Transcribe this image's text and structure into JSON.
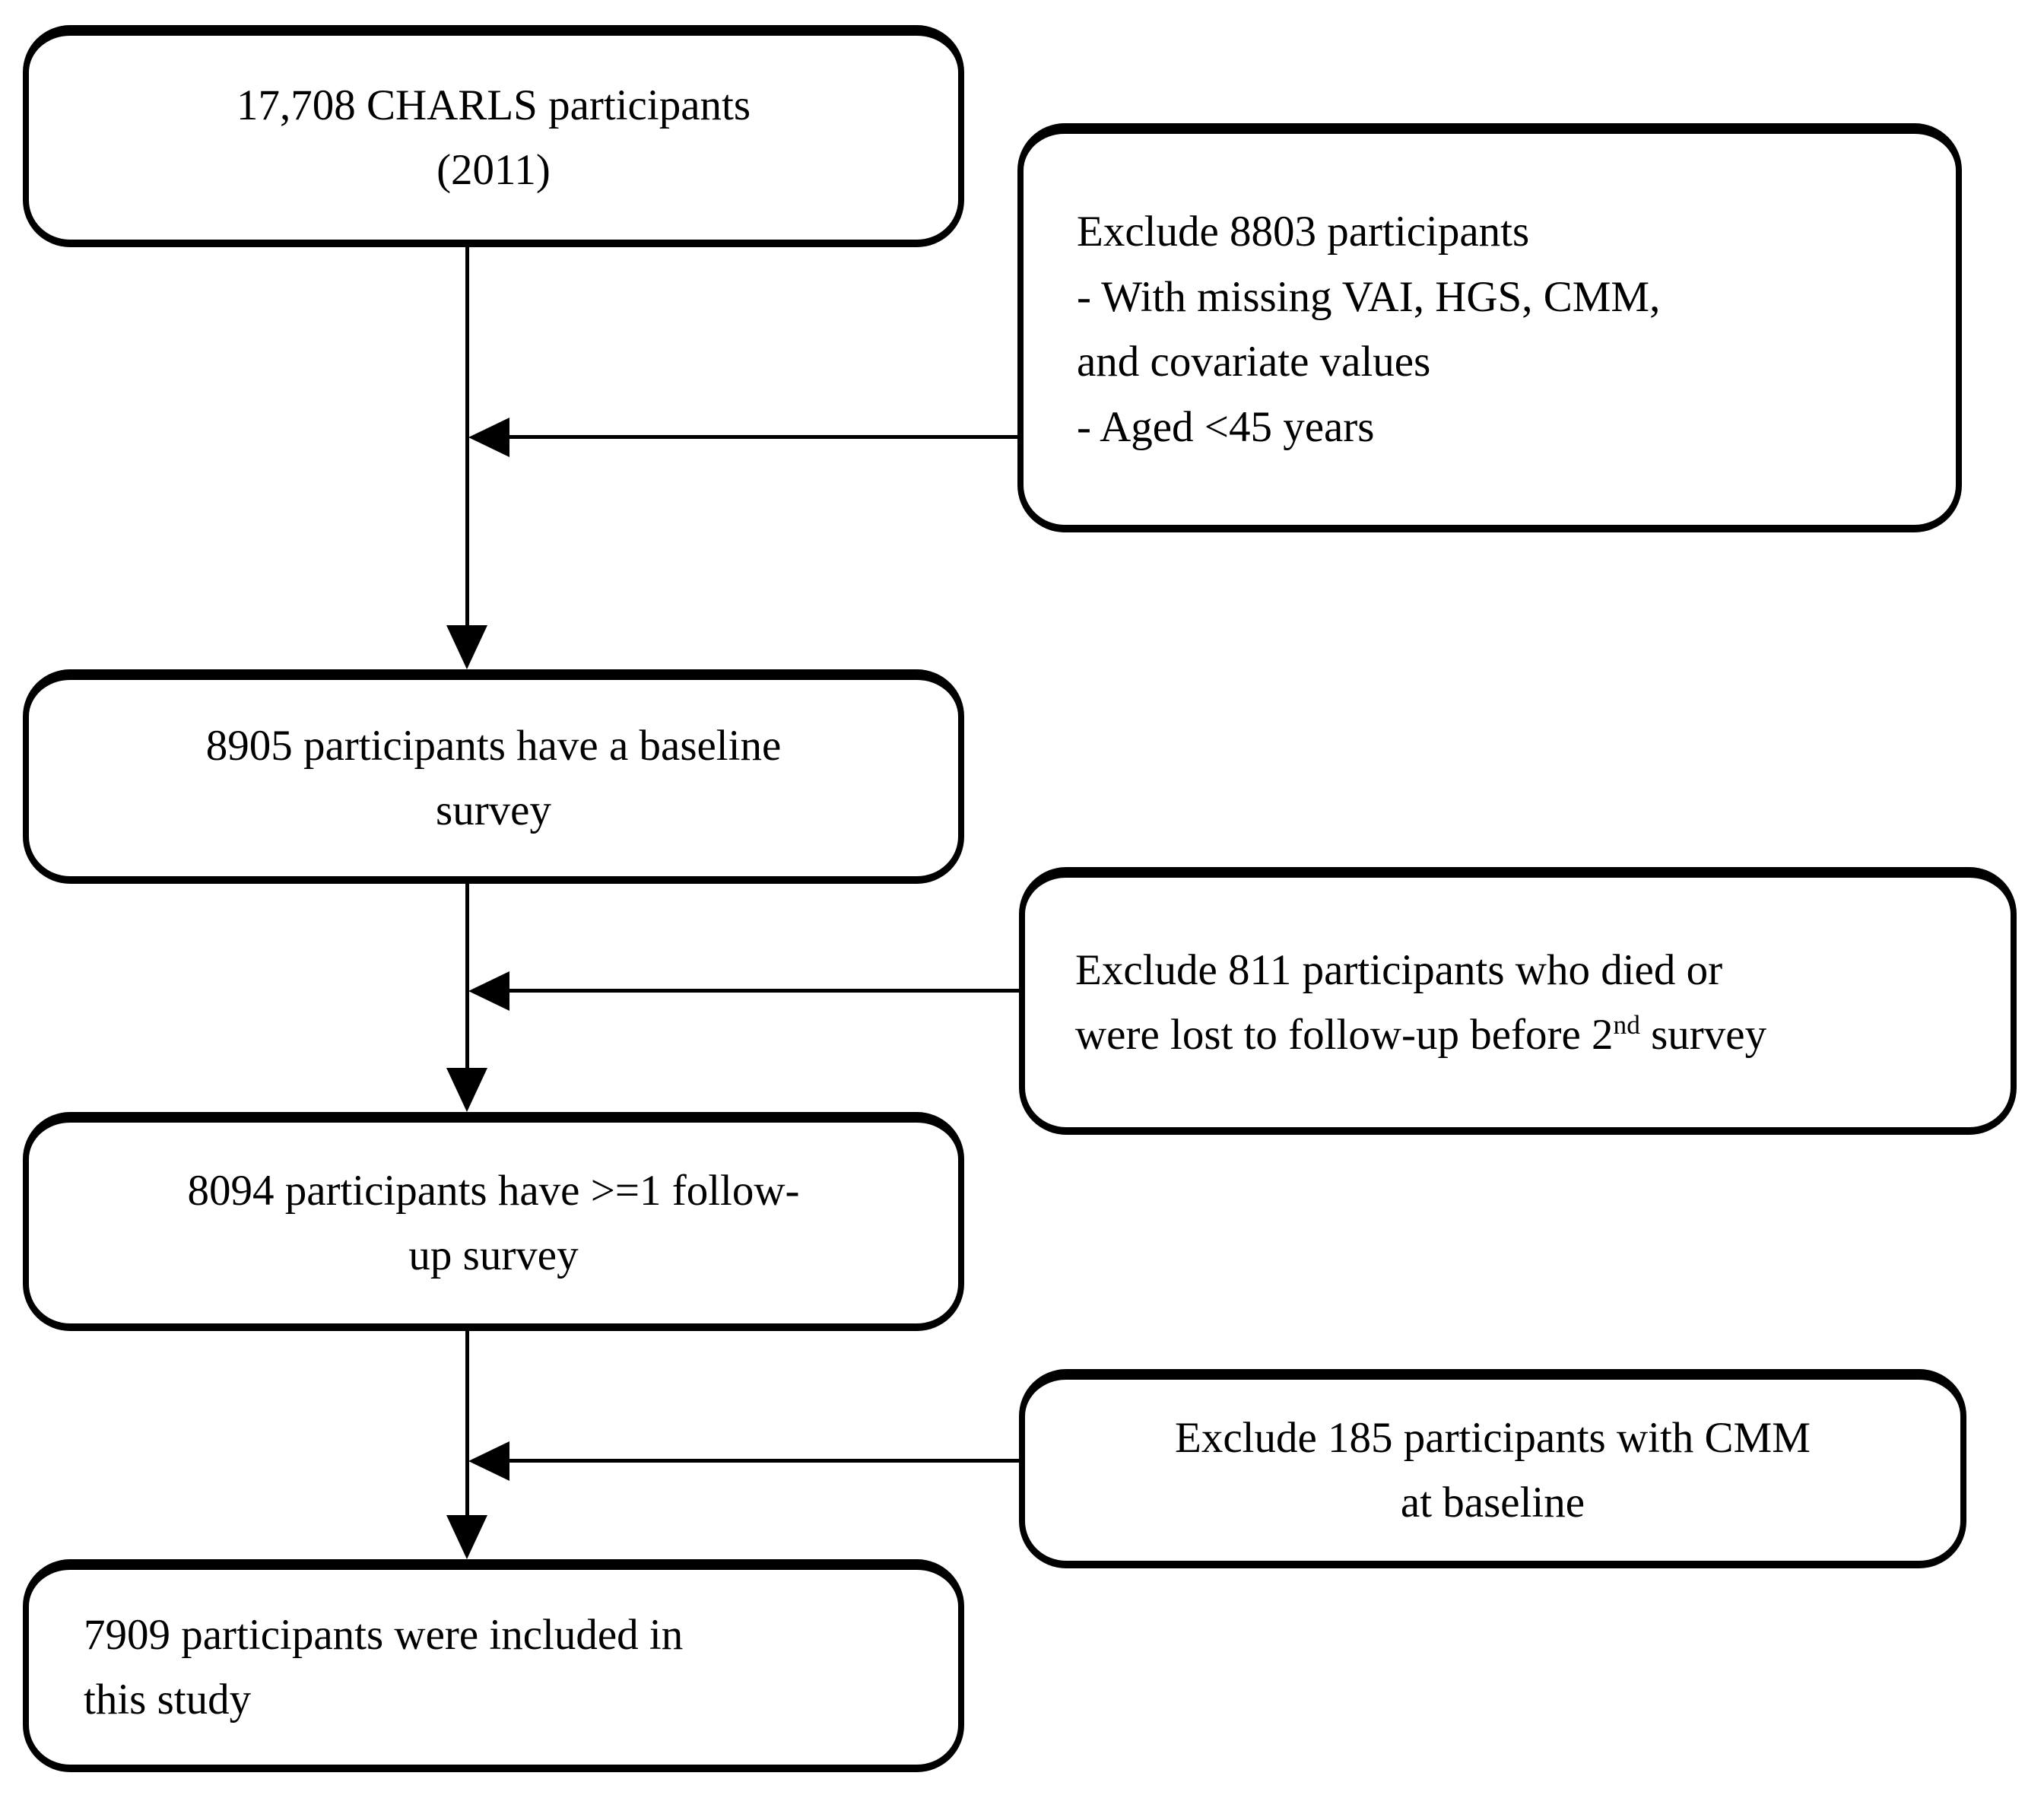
{
  "figure": {
    "type": "participant-selection-flowchart",
    "background_color": "#ffffff",
    "border_color": "#000000",
    "text_color": "#000000"
  },
  "boxes": {
    "charls": {
      "line1": "17,708 CHARLS participants",
      "line2": "(2011)"
    },
    "exclude1": {
      "line1": "Exclude 8803 participants",
      "line2": "- With missing VAI, HGS, CMM,",
      "line3": "and covariate values",
      "line4": "- Aged <45 years"
    },
    "baseline": {
      "line1": "8905 participants have a baseline",
      "line2": "survey"
    },
    "exclude2": {
      "line1": "Exclude 811 participants who died or",
      "line2_pre": "were lost to follow-up before 2",
      "line2_sup": "nd",
      "line2_post": " survey"
    },
    "followup": {
      "line1": "8094 participants have >=1 follow-",
      "line2": "up survey"
    },
    "exclude3": {
      "line1": "Exclude 185 participants with CMM",
      "line2": "at baseline"
    },
    "included": {
      "line1": "7909 participants were included in",
      "line2": "this study"
    }
  }
}
